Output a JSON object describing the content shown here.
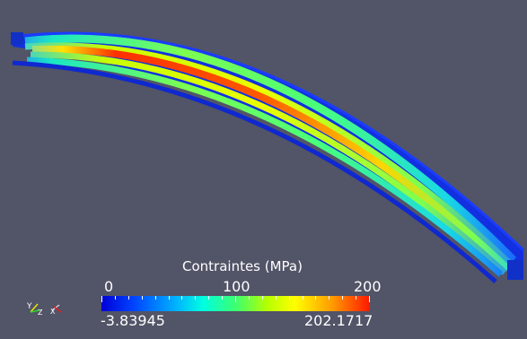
{
  "scalar_bar": {
    "title": "Contraintes (MPa)",
    "ticks": [
      "0",
      "100",
      "200"
    ],
    "range_min": "-3.83945",
    "range_max": "202.1717",
    "color_low": "#0000d8",
    "color_high": "#ff1800"
  },
  "orientation_axes": {
    "labels": [
      "Y",
      "Z",
      "X"
    ]
  },
  "icons": {
    "orientation": "xyz-axes-icon"
  }
}
